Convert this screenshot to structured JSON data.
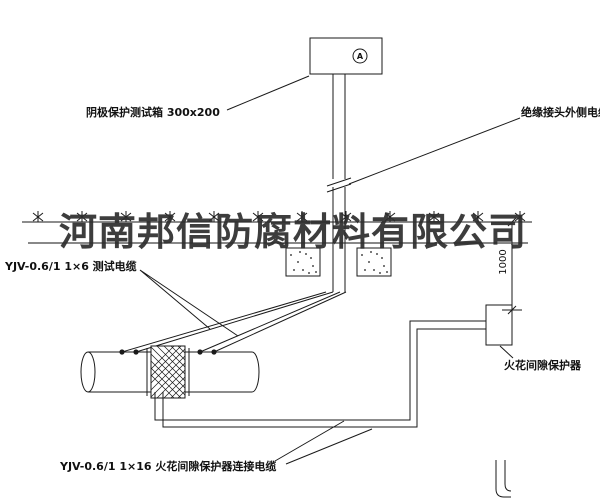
{
  "watermark": {
    "text": "河南邦信防腐材料有限公司"
  },
  "labels": {
    "test_box": "阴极保护测试箱 300x200",
    "insulating_cable": "绝缘接头外侧电缆",
    "test_cable": "YJV-0.6/1 1×6  测试电缆",
    "spark_gap_protector": "火花间隙保护器",
    "spark_gap_cable": "YJV-0.6/1 1×16  火花间隙保护器连接电缆",
    "dimension": "1000",
    "ammeter": "A"
  },
  "colors": {
    "line": "#1a1a1a",
    "watermark": "#2d2d2d",
    "background": "#ffffff"
  }
}
